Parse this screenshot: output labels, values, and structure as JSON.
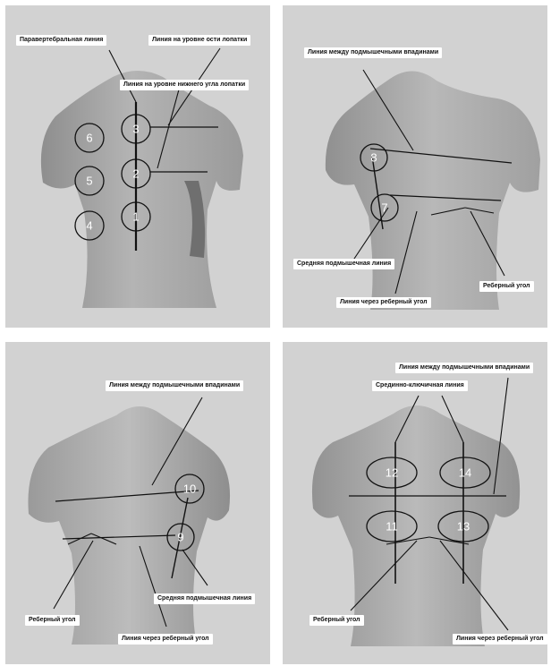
{
  "panels": [
    {
      "labels": [
        "Паравертебральная линия",
        "Линия на уровне ости лопатки",
        "Линия на уровне нижнего угла лопатки"
      ],
      "numbers": [
        "1",
        "2",
        "3",
        "4",
        "5",
        "6"
      ]
    },
    {
      "labels": [
        "Линия между подмышечными впадинами",
        "Средняя подмышечная линия",
        "Реберный угол",
        "Линия через реберный угол"
      ],
      "numbers": [
        "7",
        "8"
      ]
    },
    {
      "labels": [
        "Линия между подмышечными впадинами",
        "Средняя подмышечная линия",
        "Реберный угол",
        "Линия через реберный угол"
      ],
      "numbers": [
        "9",
        "10"
      ]
    },
    {
      "labels": [
        "Линия между подмышечными впадинами",
        "Срединно-ключичная линия",
        "Реберный угол",
        "Линия через реберный угол"
      ],
      "numbers": [
        "11",
        "12",
        "13",
        "14"
      ]
    }
  ],
  "colors": {
    "background": "#d2d2d2",
    "torso": "#a6a6a6",
    "line": "#111111",
    "label_bg": "#ffffff"
  }
}
